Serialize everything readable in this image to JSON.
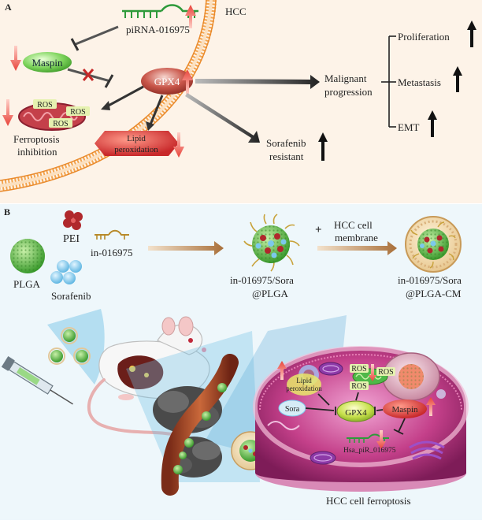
{
  "panel_a": {
    "letter": "A",
    "cell_label": "HCC",
    "piRNA": "piRNA-016975",
    "maspin": "Maspin",
    "gpx4": "GPX4",
    "ros": [
      "ROS",
      "ROS",
      "ROS"
    ],
    "ferroptosis_line1": "Ferroptosis",
    "ferroptosis_line2": "inhibition",
    "lipid_line1": "Lipid",
    "lipid_line2": "peroxidation",
    "malignant_line1": "Malignant",
    "malignant_line2": "progression",
    "sorafenib_line1": "Sorafenib",
    "sorafenib_line2": "resistant",
    "outcomes": [
      "Proliferation",
      "Metastasis",
      "EMT"
    ]
  },
  "panel_b": {
    "letter": "B",
    "pei": "PEI",
    "plga": "PLGA",
    "inhibitor": "in-016975",
    "sorafenib": "Sorafenib",
    "np1_line1": "in-016975/Sora",
    "np1_line2": "@PLGA",
    "plus": "+",
    "membrane_line1": "HCC cell",
    "membrane_line2": "membrane",
    "np2_line1": "in-016975/Sora",
    "np2_line2": "@PLGA-CM",
    "cell_caption": "HCC cell ferroptosis",
    "inset": {
      "lipid_line1": "Lipid",
      "lipid_line2": "peroxidation",
      "ros": [
        "ROS",
        "ROS",
        "ROS"
      ],
      "sora": "Sora",
      "gpx4": "GPX4",
      "maspin": "Maspin",
      "hsa": "Hsa_piR_016975"
    }
  },
  "colors": {
    "panel_a_bg": "#fdf3e8",
    "panel_b_bg": "#eef7fb",
    "membrane": "#f3a550",
    "maspin": "#7cd35a",
    "gpx4": "#b5402f",
    "up_arrow": "#e8433a",
    "cell_body": "#c4408a",
    "plga": "#5bbf4a",
    "pei": "#b0282c",
    "sorafenib": "#7cc8ec"
  }
}
